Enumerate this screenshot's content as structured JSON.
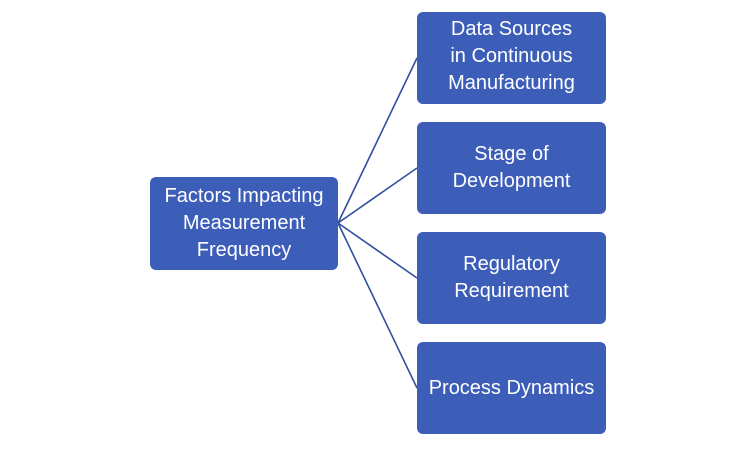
{
  "diagram": {
    "root": {
      "label": "Factors Impacting\nMeasurement\nFrequency"
    },
    "children": [
      {
        "label": "Data Sources\nin Continuous\nManufacturing"
      },
      {
        "label": "Stage of\nDevelopment"
      },
      {
        "label": "Regulatory\nRequirement"
      },
      {
        "label": "Process Dynamics"
      }
    ],
    "colors": {
      "node_fill": "#3c5eb8",
      "node_text": "#ffffff",
      "connector": "#2f4f9e"
    }
  }
}
